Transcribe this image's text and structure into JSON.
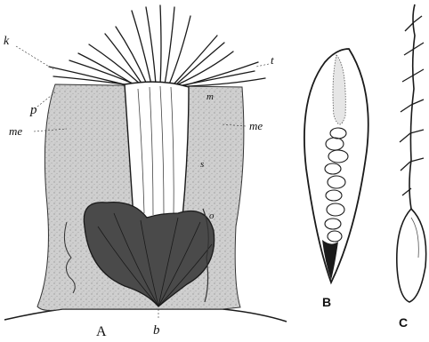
{
  "labels": {
    "k": "k",
    "t": "t",
    "p": "p",
    "me_left": "me",
    "me_right": "me",
    "m": "m",
    "s": "s",
    "o": "o",
    "A": "A",
    "b": "b",
    "B": "B",
    "C": "C"
  },
  "colors": {
    "ink": "#1a1a1a",
    "body_fill": "#c9c9c9",
    "background": "#ffffff"
  }
}
